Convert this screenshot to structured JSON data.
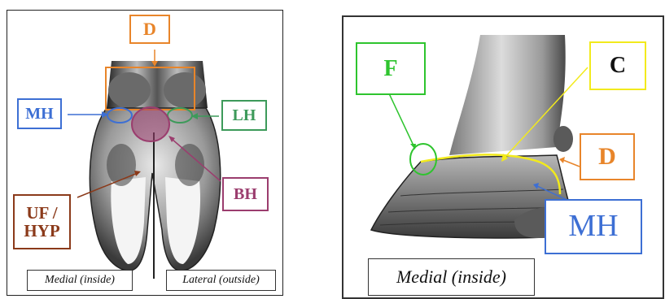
{
  "left_panel": {
    "labels": {
      "d": "D",
      "mh": "MH",
      "lh": "LH",
      "bh": "BH",
      "uf_hyp": "UF /\nHYP"
    },
    "captions": {
      "medial": "Medial (inside)",
      "lateral": "Lateral (outside)"
    }
  },
  "right_panel": {
    "labels": {
      "f": "F",
      "c": "C",
      "d": "D",
      "mh": "MH"
    },
    "caption": "Medial (inside)"
  },
  "colors": {
    "orange": "#e8852a",
    "blue": "#3d6fd4",
    "green": "#3d9a5a",
    "bright_green": "#2ec42e",
    "maroon": "#9b3d6e",
    "brown": "#8b3a1a",
    "yellow": "#f2ea1c"
  }
}
